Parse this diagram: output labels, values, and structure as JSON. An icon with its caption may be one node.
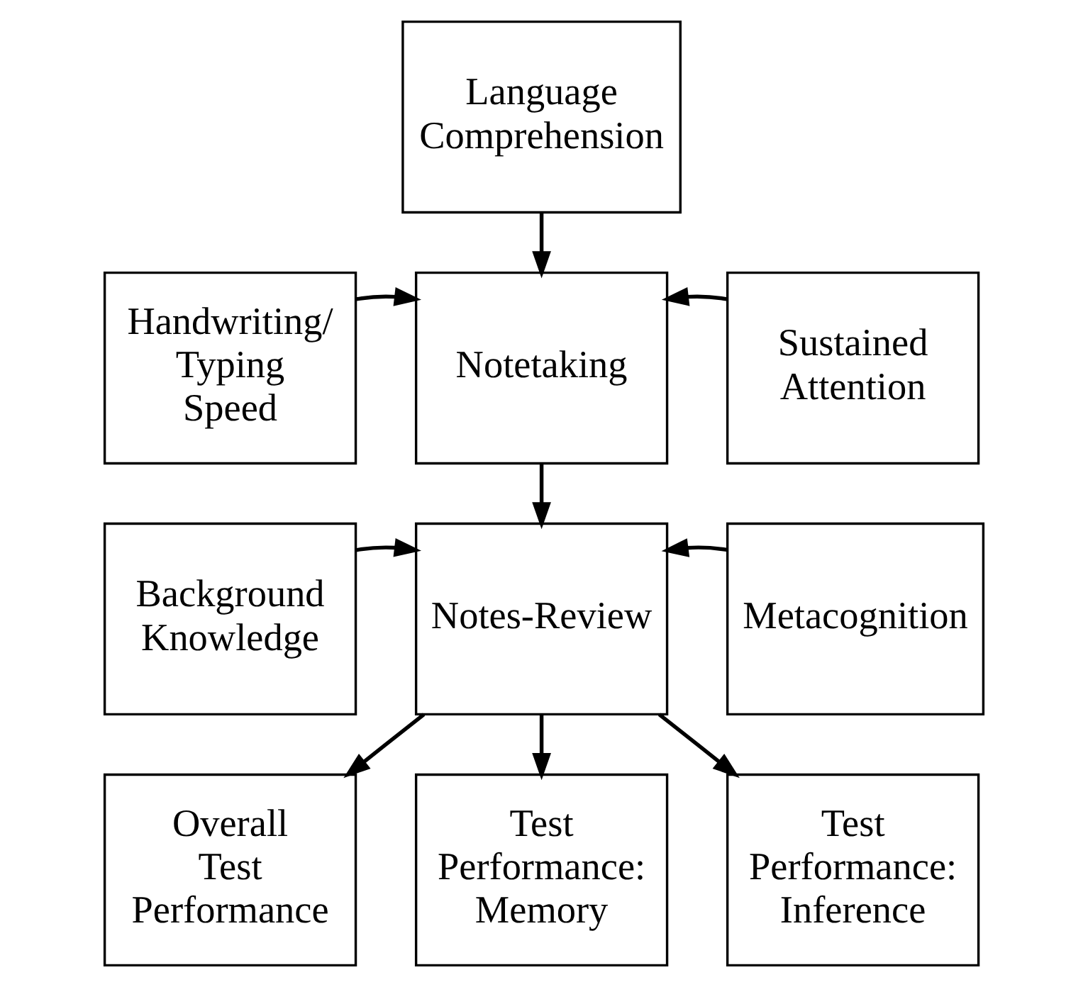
{
  "diagram": {
    "nodes": [
      {
        "text": [
          "Language Comprehension"
        ]
      },
      {
        "text": [
          "Handwriting/ Typing Speed"
        ]
      },
      {
        "text": [
          "Notetaking"
        ]
      },
      {
        "text": [
          "Sustained Attention"
        ]
      },
      {
        "text": [
          "Background Knowledge"
        ]
      },
      {
        "text": [
          "Notes-Review"
        ]
      },
      {
        "text": [
          "Metacognition"
        ]
      },
      {
        "text": [
          "Overall Test Performance"
        ]
      },
      {
        "text": [
          "Test Performance: Memory"
        ]
      },
      {
        "text": [
          "Test Performance: Inference"
        ]
      }
    ],
    "edges": [
      {
        "from": 0,
        "to": 2,
        "arrow": "to"
      },
      {
        "from": 1,
        "to": 2,
        "arrow": "to"
      },
      {
        "from": 3,
        "to": 2,
        "arrow": "to"
      },
      {
        "from": 2,
        "to": 5,
        "arrow": "to"
      },
      {
        "from": 4,
        "to": 5,
        "arrow": "to"
      },
      {
        "from": 6,
        "to": 5,
        "arrow": "to"
      },
      {
        "from": 5,
        "to": 7,
        "arrow": "to"
      },
      {
        "from": 5,
        "to": 8,
        "arrow": "to"
      },
      {
        "from": 5,
        "to": 9,
        "arrow": "to"
      }
    ]
  }
}
